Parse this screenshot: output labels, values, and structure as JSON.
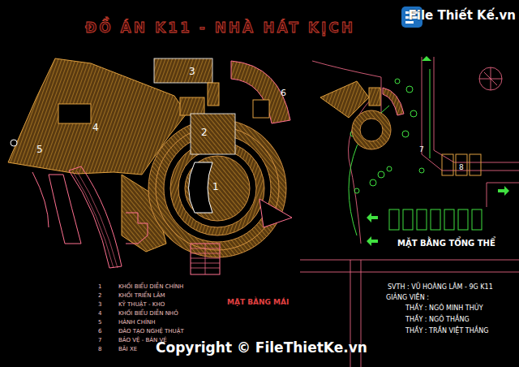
{
  "diagram": {
    "title": "ĐỒ ÁN K11 - NHÀ HÁT KỊCH",
    "labels": [
      "1",
      "2",
      "3",
      "4",
      "5",
      "6",
      "1",
      "KHỐI BIỂU DIỄN CHÍNH",
      "2",
      "KHỐI TRIỂN LÃM",
      "3",
      "KỸ THUẬT - KHO",
      "4",
      "KHỐI BIỂU DIỄN NHỎ",
      "5",
      "HÀNH CHÍNH",
      "6",
      "ĐÀO TẠO NGHỆ THUẬT",
      "7",
      "BẢO VỆ - BÁN VÉ",
      "8",
      "BÃI XE",
      "MẶT BẰNG MÁI",
      "7",
      "8",
      "MẶT BẰNG TỔNG THỂ",
      "SVTH : VŨ HOÀNG LÂM - 9G K11",
      "GIẢNG VIÊN :",
      "THẦY : NGÔ MINH THỦY",
      "THẦY : NGÔ THẮNG",
      "THẦY : TRẦN VIỆT THẮNG",
      "Copyright © FileThietKe.vn",
      "File Thiết Kế.vn"
    ]
  }
}
